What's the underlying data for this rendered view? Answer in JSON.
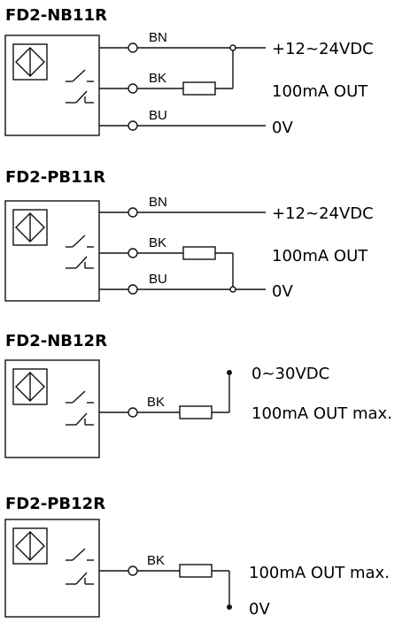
{
  "diagrams": [
    {
      "model": "FD2-NB11R",
      "wires": {
        "bn": "BN",
        "bk": "BK",
        "bu": "BU"
      },
      "outputs": {
        "supply": "+12~24VDC",
        "load": "100mA OUT",
        "ground": "0V"
      }
    },
    {
      "model": "FD2-PB11R",
      "wires": {
        "bn": "BN",
        "bk": "BK",
        "bu": "BU"
      },
      "outputs": {
        "supply": "+12~24VDC",
        "load": "100mA OUT",
        "ground": "0V"
      }
    },
    {
      "model": "FD2-NB12R",
      "wires": {
        "bk": "BK"
      },
      "outputs": {
        "supply": "0~30VDC",
        "load": "100mA OUT max."
      }
    },
    {
      "model": "FD2-PB12R",
      "wires": {
        "bk": "BK"
      },
      "outputs": {
        "load": "100mA OUT max.",
        "ground": "0V"
      }
    }
  ]
}
